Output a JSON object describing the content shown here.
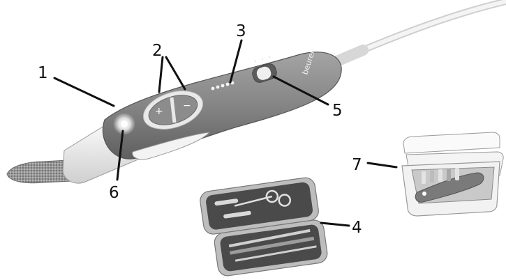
{
  "brand": "beurer",
  "device": {
    "plus_symbol": "+",
    "minus_symbol": "−",
    "switch_symbols": [
      "ᐧ",
      "ᐧ",
      "ᐧ"
    ]
  },
  "callouts": [
    {
      "number": "1",
      "part": "nail-file-attachment"
    },
    {
      "number": "2",
      "part": "speed-buttons"
    },
    {
      "number": "3",
      "part": "speed-indicator-leds"
    },
    {
      "number": "4",
      "part": "manicure-case"
    },
    {
      "number": "5",
      "part": "direction-switch"
    },
    {
      "number": "6",
      "part": "led-light"
    },
    {
      "number": "7",
      "part": "storage-box"
    }
  ],
  "colors": {
    "device_body": "#8a8a8a",
    "device_dark": "#6b6b6b",
    "accent_white": "#f2f2f2",
    "case_frame": "#c8c8c8",
    "ink": "#111111"
  }
}
